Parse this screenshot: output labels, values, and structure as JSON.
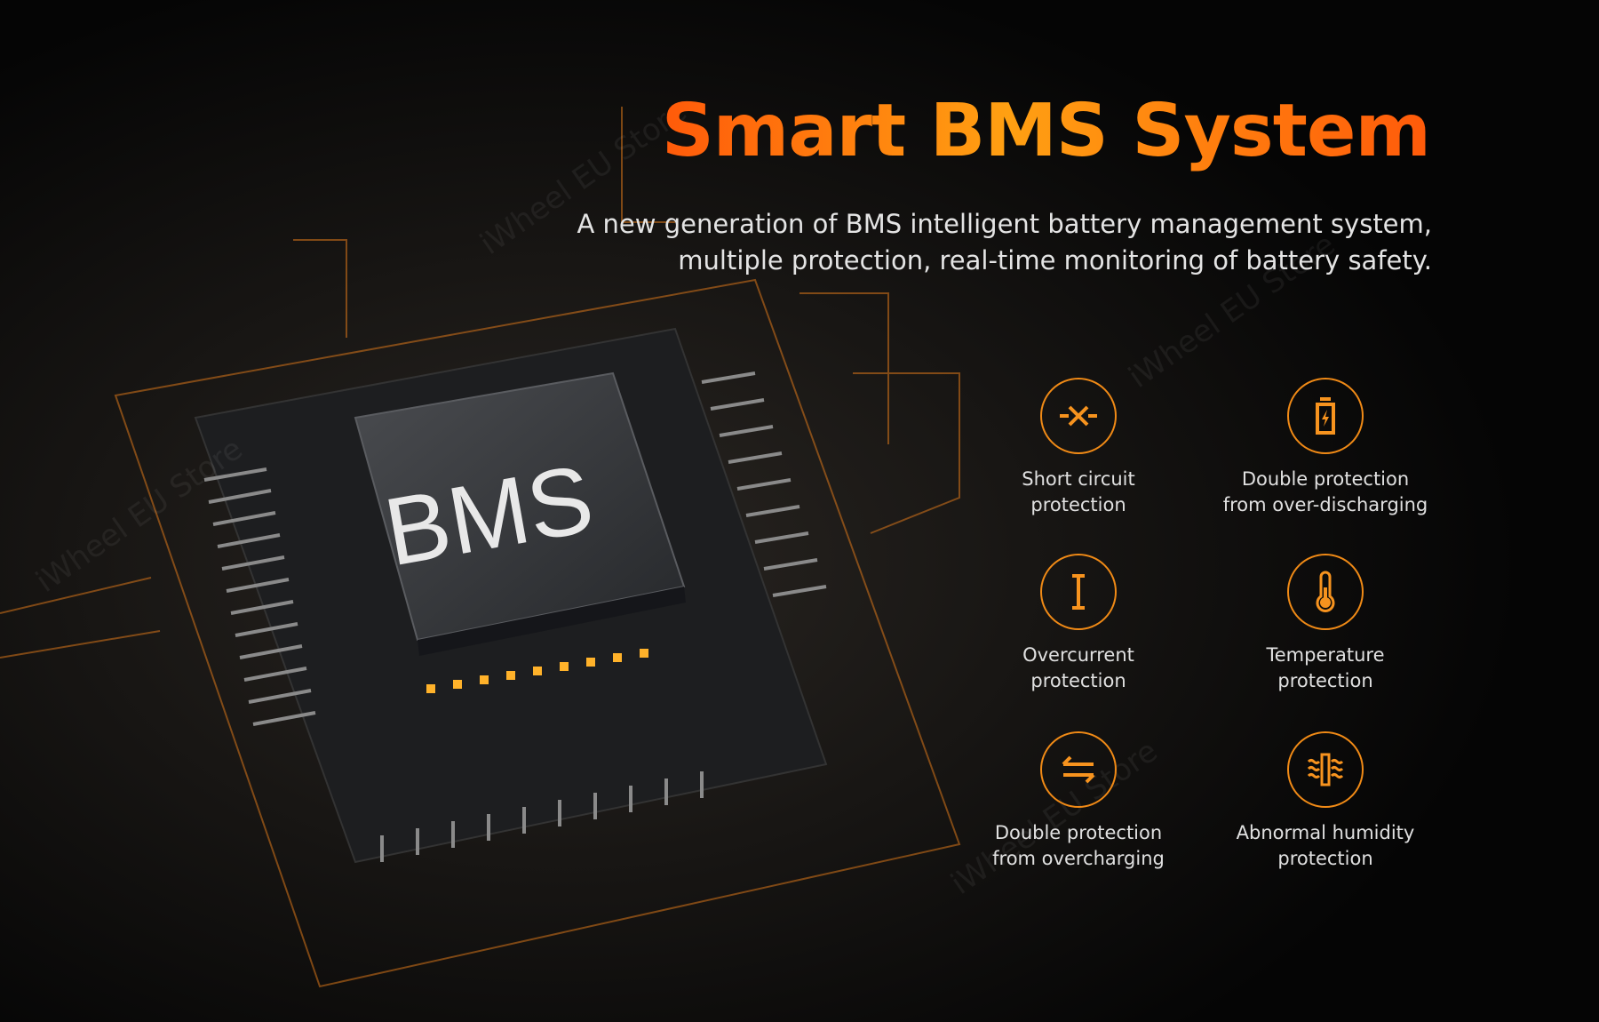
{
  "title": "Smart BMS System",
  "subtitle": [
    "A new generation of BMS intelligent battery management system,",
    "multiple protection, real-time monitoring of battery safety."
  ],
  "chip_label": "BMS",
  "watermark": "iWheel EU Store",
  "accent": "#f08a16",
  "features": [
    {
      "icon": "short-circuit-icon",
      "line1": "Short circuit",
      "line2": "protection"
    },
    {
      "icon": "battery-charge-icon",
      "line1": "Double protection",
      "line2": "from over-discharging"
    },
    {
      "icon": "current-icon",
      "line1": "Overcurrent",
      "line2": "protection"
    },
    {
      "icon": "thermometer-icon",
      "line1": "Temperature",
      "line2": "protection"
    },
    {
      "icon": "arrows-exchange-icon",
      "line1": "Double protection",
      "line2": "from overcharging"
    },
    {
      "icon": "humidity-icon",
      "line1": "Abnormal humidity",
      "line2": "protection"
    }
  ]
}
